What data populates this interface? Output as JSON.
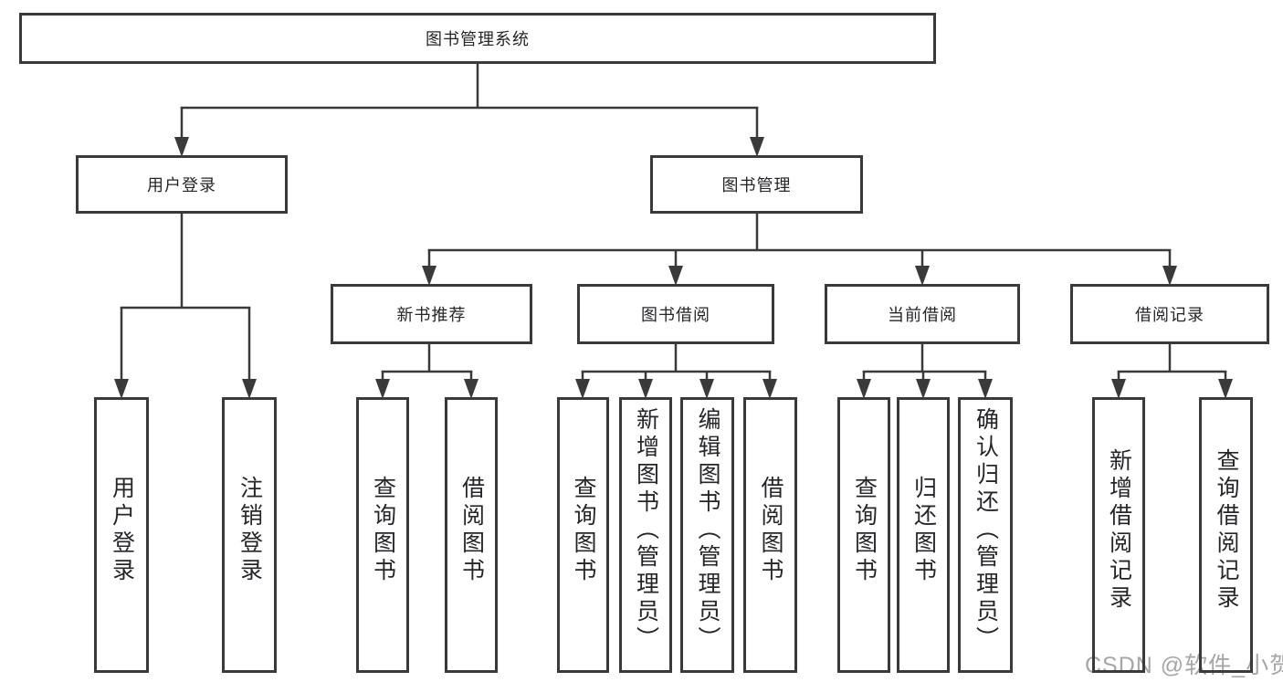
{
  "page": {
    "background": "#ffffff",
    "line_color": "#3a3a3a",
    "text_color": "#26262a",
    "watermark_color": "#a6a6a6"
  },
  "tree": {
    "root": {
      "label": "图书管理系统"
    },
    "branches": [
      {
        "label": "用户登录",
        "children": [
          {
            "label": "用户登录"
          },
          {
            "label": "注销登录"
          }
        ]
      },
      {
        "label": "图书管理",
        "groups": [
          {
            "label": "新书推荐",
            "children": [
              {
                "label": "查询图书"
              },
              {
                "label": "借阅图书"
              }
            ]
          },
          {
            "label": "图书借阅",
            "children": [
              {
                "label": "查询图书"
              },
              {
                "label": "新增图书（管理员）"
              },
              {
                "label": "编辑图书（管理员）"
              },
              {
                "label": "借阅图书"
              }
            ]
          },
          {
            "label": "当前借阅",
            "children": [
              {
                "label": "查询图书"
              },
              {
                "label": "归还图书"
              },
              {
                "label": "确认归还（管理员）"
              }
            ]
          },
          {
            "label": "借阅记录",
            "children": [
              {
                "label": "新增借阅记录"
              },
              {
                "label": "查询借阅记录"
              }
            ]
          }
        ]
      }
    ]
  },
  "watermark": {
    "text": "CSDN @软件_小贺同学"
  }
}
